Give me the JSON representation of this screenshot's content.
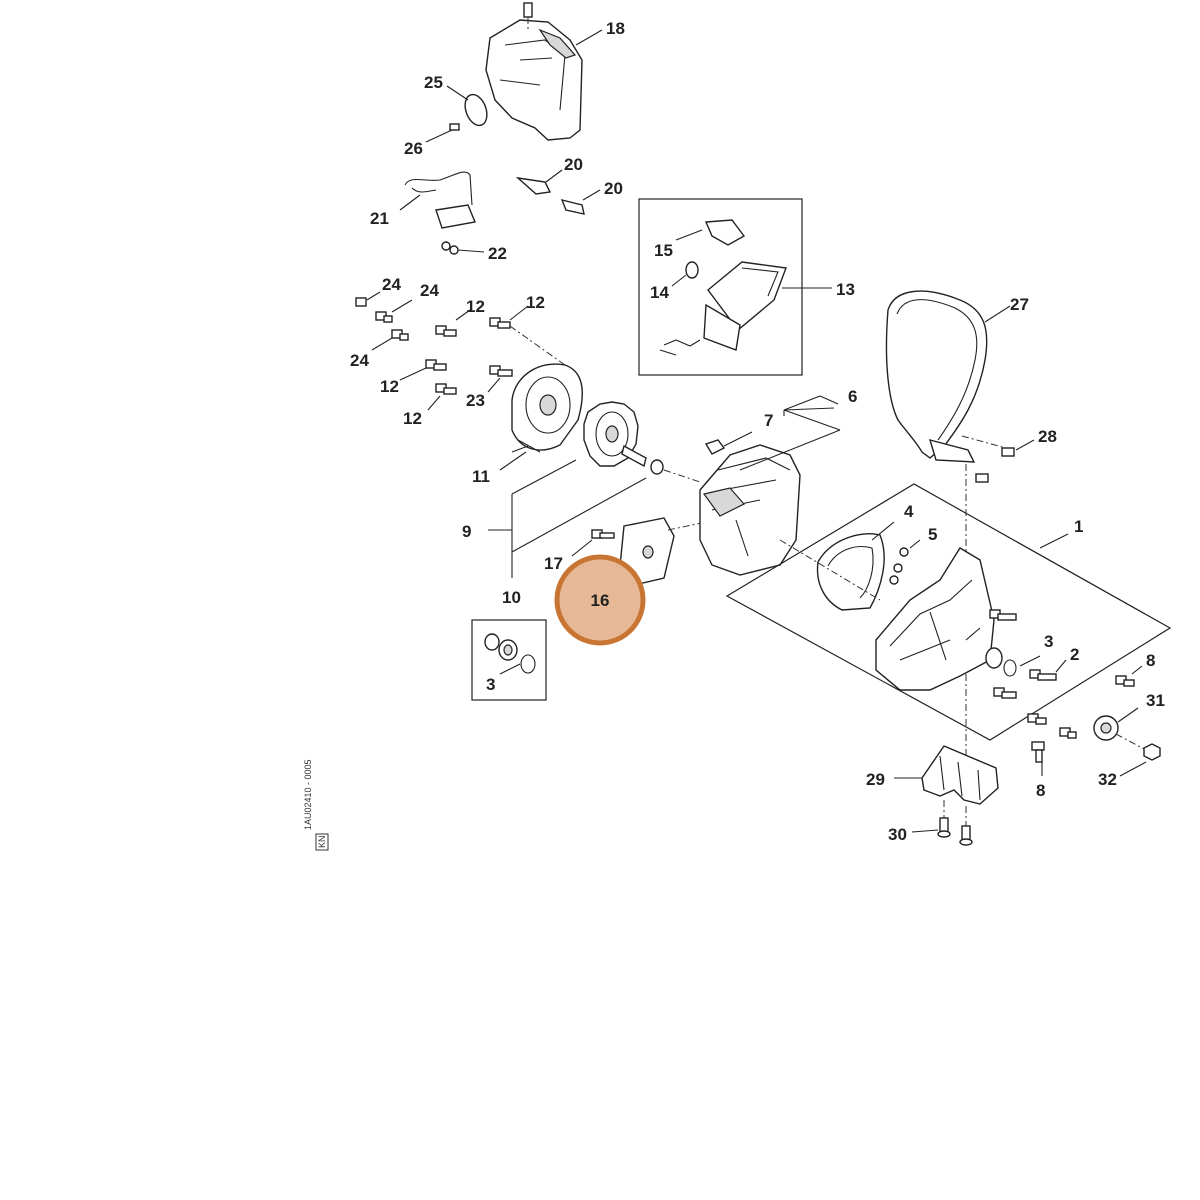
{
  "diagram": {
    "part_labels": {
      "p1": "1",
      "p2": "2",
      "p3a": "3",
      "p3b": "3",
      "p4": "4",
      "p5": "5",
      "p6": "6",
      "p7": "7",
      "p8a": "8",
      "p8b": "8",
      "p9": "9",
      "p10": "10",
      "p11": "11",
      "p12a": "12",
      "p12b": "12",
      "p12c": "12",
      "p12d": "12",
      "p13": "13",
      "p14": "14",
      "p15": "15",
      "p16": "16",
      "p17": "17",
      "p18": "18",
      "p20a": "20",
      "p20b": "20",
      "p21": "21",
      "p22": "22",
      "p23": "23",
      "p24a": "24",
      "p24b": "24",
      "p24c": "24",
      "p25": "25",
      "p26": "26",
      "p27": "27",
      "p28": "28",
      "p29": "29",
      "p30": "30",
      "p31": "31",
      "p32": "32"
    },
    "highlight": {
      "label": "16",
      "color": "#c87533",
      "fill": "#e6b896"
    },
    "drawing_code": "1AU02410 - 0005",
    "drawing_code_box": "KN"
  }
}
